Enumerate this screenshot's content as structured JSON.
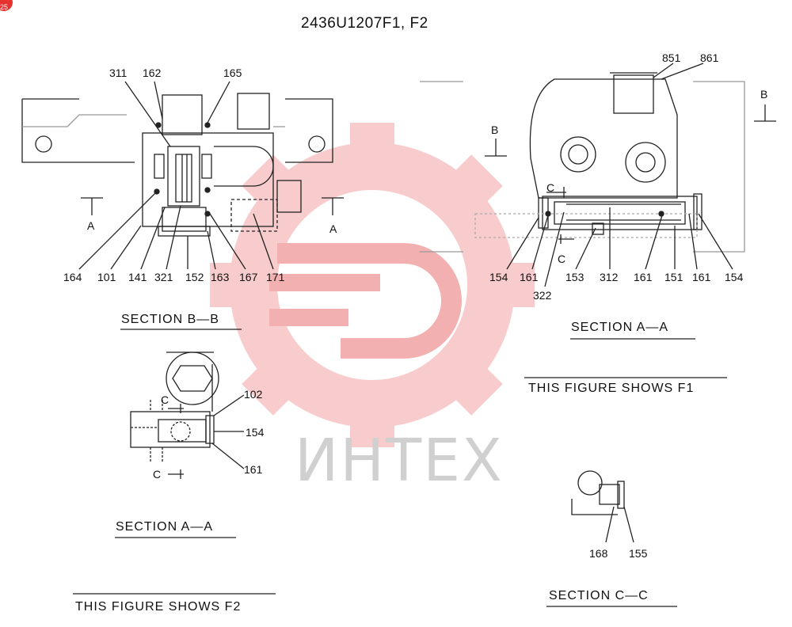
{
  "title": "2436U1207F1, F2",
  "watermark": {
    "text": "ИНТЕХ",
    "gear_color": "#f5b7b7"
  },
  "badge": "25",
  "sections": {
    "bb": {
      "caption": "SECTION  B—B",
      "cut_labels": {
        "left": "A",
        "right": "A"
      },
      "callouts": [
        "311",
        "162",
        "165",
        "164",
        "101",
        "141",
        "321",
        "152",
        "163",
        "167",
        "171"
      ]
    },
    "aa_f1": {
      "caption": "SECTION  A—A",
      "shows": "THIS FIGURE SHOWS  F1",
      "cut_labels": {
        "b_left": "B",
        "b_right": "B",
        "c_top": "C",
        "c_bottom": "C"
      },
      "callouts": [
        "851",
        "861",
        "154",
        "161",
        "153",
        "312",
        "161",
        "151",
        "161",
        "154",
        "322"
      ]
    },
    "aa_f2": {
      "caption": "SECTION  A—A",
      "shows": "THIS FIGURE SHOWS  F2",
      "cut_labels": {
        "c_top": "C",
        "c_bottom": "C"
      },
      "callouts": [
        "102",
        "154",
        "161"
      ]
    },
    "cc": {
      "caption": "SECTION  C—C",
      "callouts": [
        "168",
        "155"
      ]
    }
  }
}
